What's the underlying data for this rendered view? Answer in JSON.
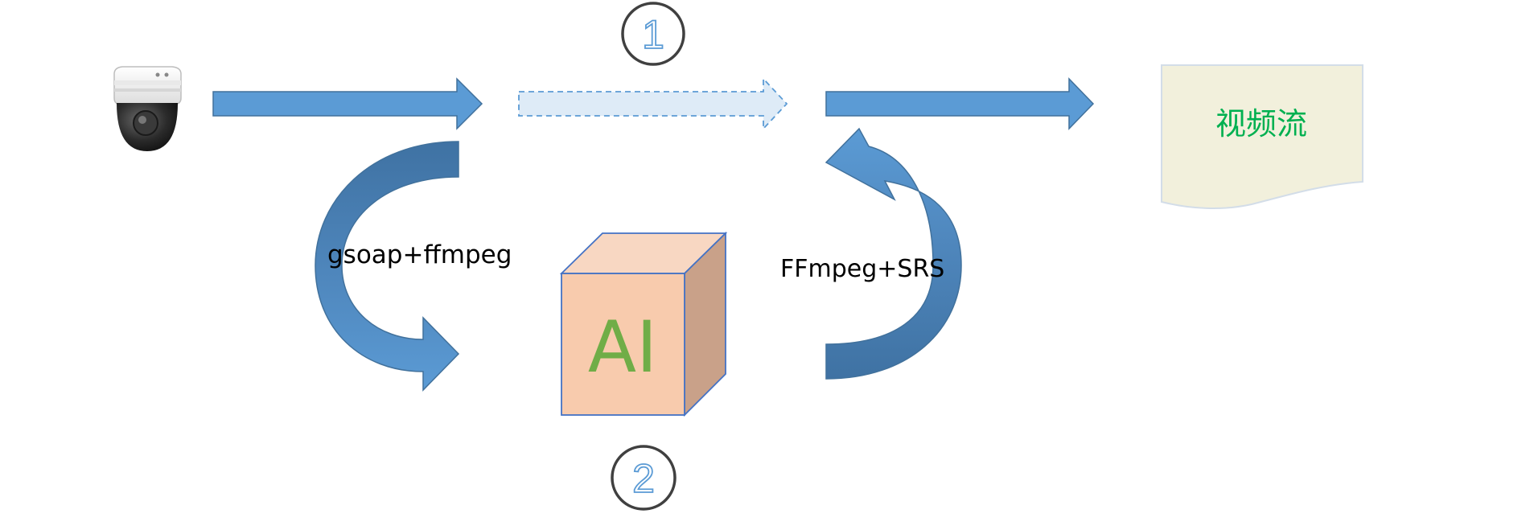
{
  "diagram": {
    "source": {
      "icon": "ip-camera-icon"
    },
    "step_markers": {
      "first": "1",
      "second": "2"
    },
    "ai_box": {
      "label": "AI",
      "color": "#70ad47"
    },
    "output": {
      "label": "视频流",
      "color": "#00b050"
    },
    "left_flow_label": "gsoap+ffmpeg",
    "right_flow_label": "FFmpeg+SRS",
    "colors": {
      "arrow_fill": "#5b9bd5",
      "arrow_outline": "#41719c",
      "dashed_arrow_fill": "#deebf7",
      "cube_front": "#f8cbad",
      "cube_top": "#f8d7c2",
      "cube_side": "#c9a189",
      "cube_outline": "#4472c4",
      "document_fill": "#f2f0dc",
      "marker_ring": "#404040",
      "marker_number": "#5b9bd5"
    }
  }
}
